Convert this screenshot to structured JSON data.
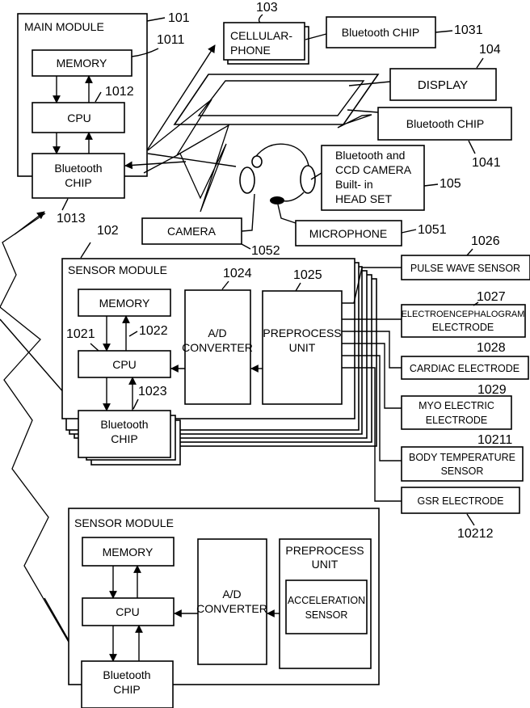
{
  "main_module": {
    "title": "MAIN MODULE",
    "ref": "101",
    "memory": "MEMORY",
    "memory_ref": "1011",
    "cpu": "CPU",
    "cpu_ref": "1012",
    "bt_line1": "Bluetooth",
    "bt_line2": "CHIP",
    "bt_ref": "1013"
  },
  "cellular": {
    "line1": "CELLULAR-",
    "line2": "PHONE",
    "ref": "103",
    "chip": "Bluetooth CHIP",
    "chip_ref": "1031"
  },
  "display": {
    "label": "DISPLAY",
    "ref": "104",
    "chip": "Bluetooth CHIP",
    "chip_ref": "1041"
  },
  "headset": {
    "line1": "Bluetooth and",
    "line2": "CCD CAMERA",
    "line3": "Built- in",
    "line4": "HEAD SET",
    "ref": "105",
    "camera": "CAMERA",
    "camera_ref": "1052",
    "microphone": "MICROPHONE",
    "microphone_ref": "1051"
  },
  "sensor_module_1": {
    "title": "SENSOR MODULE",
    "ref": "102",
    "memory": "MEMORY",
    "cpu": "CPU",
    "cpu_ref_a": "1021",
    "cpu_ref_b": "1022",
    "ad_line1": "A/D",
    "ad_line2": "CONVERTER",
    "ad_ref": "1024",
    "pre_line1": "PREPROCESS",
    "pre_line2": "UNIT",
    "pre_ref": "1025",
    "bt_line1": "Bluetooth",
    "bt_line2": "CHIP",
    "bt_ref": "1023"
  },
  "sensors": {
    "pulse": "PULSE WAVE SENSOR",
    "pulse_ref": "1026",
    "eeg_line1": "ELECTROENCEPHALOGRAM",
    "eeg_line2": "ELECTRODE",
    "eeg_ref": "1027",
    "cardiac": "CARDIAC ELECTRODE",
    "cardiac_ref": "1028",
    "myo_line1": "MYO ELECTRIC",
    "myo_line2": "ELECTRODE",
    "myo_ref": "1029",
    "temp_line1": "BODY TEMPERATURE",
    "temp_line2": "SENSOR",
    "temp_ref": "10211",
    "gsr": "GSR ELECTRODE",
    "gsr_ref": "10212"
  },
  "sensor_module_2": {
    "title": "SENSOR MODULE",
    "memory": "MEMORY",
    "cpu": "CPU",
    "ad_line1": "A/D",
    "ad_line2": "CONVERTER",
    "pre_line1": "PREPROCESS",
    "pre_line2": "UNIT",
    "acc_line1": "ACCELERATION",
    "acc_line2": "SENSOR",
    "bt_line1": "Bluetooth",
    "bt_line2": "CHIP"
  }
}
